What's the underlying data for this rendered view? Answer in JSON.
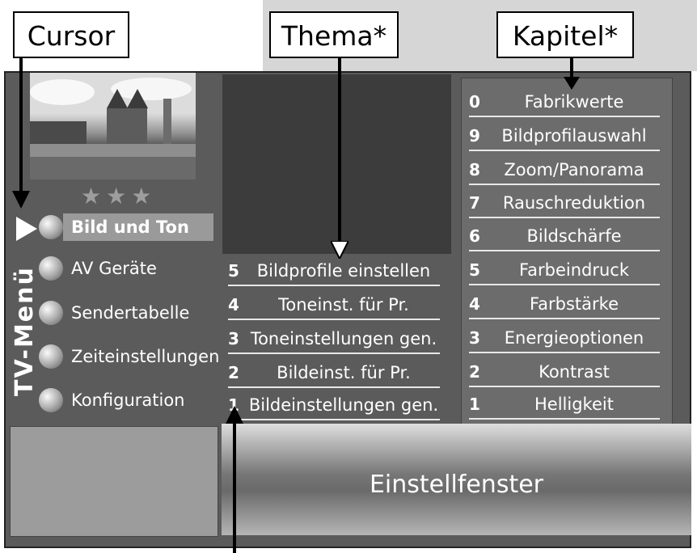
{
  "callouts": {
    "cursor": "Cursor",
    "thema": "Thema*",
    "kapitel": "Kapitel*"
  },
  "side_label": "TV-Menü",
  "stars": "★★★",
  "menu": [
    {
      "label": "Bild und Ton",
      "active": true
    },
    {
      "label": "AV Geräte"
    },
    {
      "label": "Sendertabelle"
    },
    {
      "label": "Zeiteinstellungen"
    },
    {
      "label": "Konfiguration"
    }
  ],
  "thema": [
    {
      "num": "5",
      "label": "Bildprofile einstellen"
    },
    {
      "num": "4",
      "label": "Toneinst. für Pr."
    },
    {
      "num": "3",
      "label": "Toneinstellungen gen."
    },
    {
      "num": "2",
      "label": "Bildeinst. für Pr."
    },
    {
      "num": "1",
      "label": "Bildeinstellungen gen."
    }
  ],
  "kapitel": [
    {
      "num": "0",
      "label": "Fabrikwerte"
    },
    {
      "num": "9",
      "label": "Bildprofilauswahl"
    },
    {
      "num": "8",
      "label": "Zoom/Panorama"
    },
    {
      "num": "7",
      "label": "Rauschreduktion"
    },
    {
      "num": "6",
      "label": "Bildschärfe"
    },
    {
      "num": "5",
      "label": "Farbeindruck"
    },
    {
      "num": "4",
      "label": "Farbstärke"
    },
    {
      "num": "3",
      "label": "Energieoptionen"
    },
    {
      "num": "2",
      "label": "Kontrast"
    },
    {
      "num": "1",
      "label": "Helligkeit"
    }
  ],
  "settings_window": "Einstellfenster"
}
